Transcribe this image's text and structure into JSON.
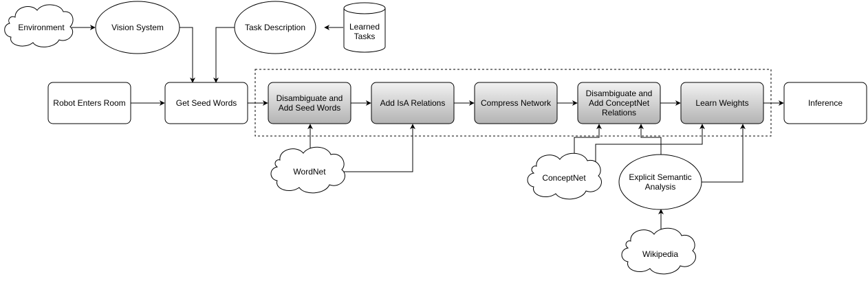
{
  "nodes": {
    "environment": {
      "label": [
        "Environment"
      ]
    },
    "vision_system": {
      "label": [
        "Vision System"
      ]
    },
    "task_description": {
      "label": [
        "Task Description"
      ]
    },
    "learned_tasks": {
      "label": [
        "Learned",
        "Tasks"
      ]
    },
    "robot_enters_room": {
      "label": [
        "Robot Enters Room"
      ]
    },
    "get_seed_words": {
      "label": [
        "Get Seed Words"
      ]
    },
    "disambiguate_seed": {
      "label": [
        "Disambiguate and",
        "Add Seed Words"
      ]
    },
    "add_isa": {
      "label": [
        "Add IsA Relations"
      ]
    },
    "compress_network": {
      "label": [
        "Compress Network"
      ]
    },
    "disambiguate_conceptnet": {
      "label": [
        "Disambiguate and",
        "Add ConceptNet",
        "Relations"
      ]
    },
    "learn_weights": {
      "label": [
        "Learn Weights"
      ]
    },
    "inference": {
      "label": [
        "Inference"
      ]
    },
    "wordnet": {
      "label": [
        "WordNet"
      ]
    },
    "conceptnet": {
      "label": [
        "ConceptNet"
      ]
    },
    "esa": {
      "label": [
        "Explicit Semantic",
        "Analysis"
      ]
    },
    "wikipedia": {
      "label": [
        "Wikipedia"
      ]
    }
  },
  "colors": {
    "stroke": "#000000",
    "background": "#ffffff",
    "process_gradient_top": "#f2f2f2",
    "process_gradient_bottom": "#b3b3b3"
  }
}
